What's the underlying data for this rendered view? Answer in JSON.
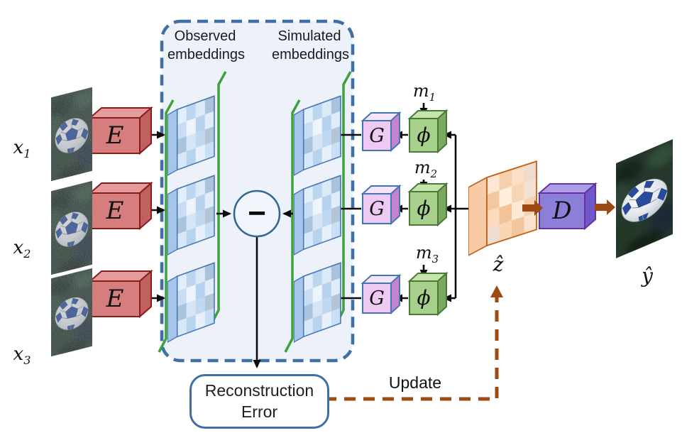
{
  "panel": {
    "observed_header": {
      "line1": "Observed",
      "line2": "embeddings"
    },
    "simulated_header": {
      "line1": "Simulated",
      "line2": "embeddings"
    }
  },
  "blocks": {
    "encoder": "E",
    "generator": "G",
    "mask_fn": "ϕ",
    "decoder": "D"
  },
  "inputs": {
    "x1": {
      "base": "x",
      "sub": "1"
    },
    "x2": {
      "base": "x",
      "sub": "2"
    },
    "x3": {
      "base": "x",
      "sub": "3"
    }
  },
  "masks": {
    "m1": {
      "base": "m",
      "sub": "1"
    },
    "m2": {
      "base": "m",
      "sub": "2"
    },
    "m3": {
      "base": "m",
      "sub": "3"
    }
  },
  "latent_label": "ẑ",
  "output_label": "ŷ",
  "minus_sign": "−",
  "recon_box": {
    "line1": "Reconstruction",
    "line2": "Error"
  },
  "update_label": "Update",
  "colors": {
    "encoder_red": "#d67e7e",
    "embedding_blue": "#4576b4",
    "generator_pink": "#edc9f3",
    "mask_green": "#a6d08b",
    "decoder_purple": "#8b7fd7",
    "latent_orange": "#f6cfad",
    "bracket_green": "#3da23d",
    "update_brown": "#9e4a12",
    "panel_fill": "#edf2fa",
    "panel_border": "#3e6fa5"
  }
}
